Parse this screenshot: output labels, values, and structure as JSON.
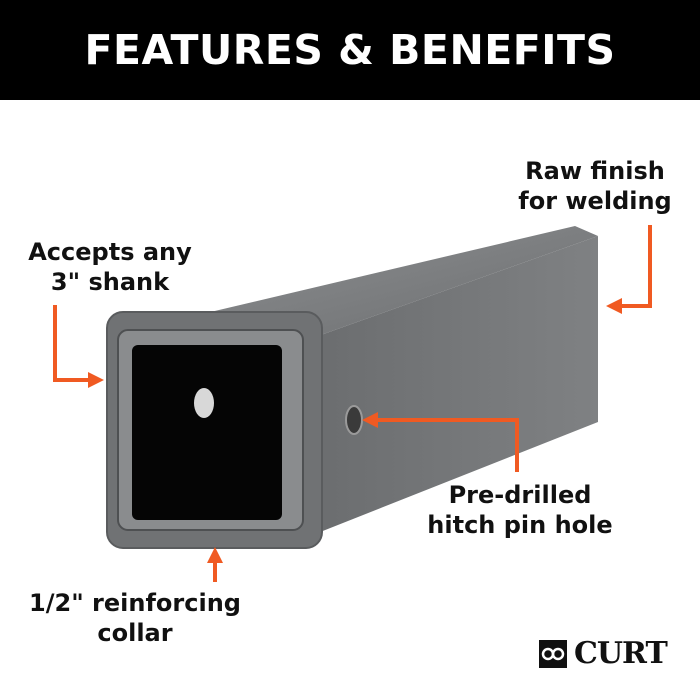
{
  "header": {
    "title": "FEATURES & BENEFITS"
  },
  "callouts": [
    {
      "line1": "Raw finish",
      "line2": "for welding"
    },
    {
      "line1": "Accepts any",
      "line2": "3\" shank"
    },
    {
      "line1": "Pre-drilled",
      "line2": "hitch pin hole"
    },
    {
      "line1": "1/2\" reinforcing",
      "line2": "collar"
    }
  ],
  "brand": {
    "name": "CURT"
  },
  "colors": {
    "accent": "#f05a22",
    "banner": "#000000",
    "steel": "#7a7c7e"
  }
}
